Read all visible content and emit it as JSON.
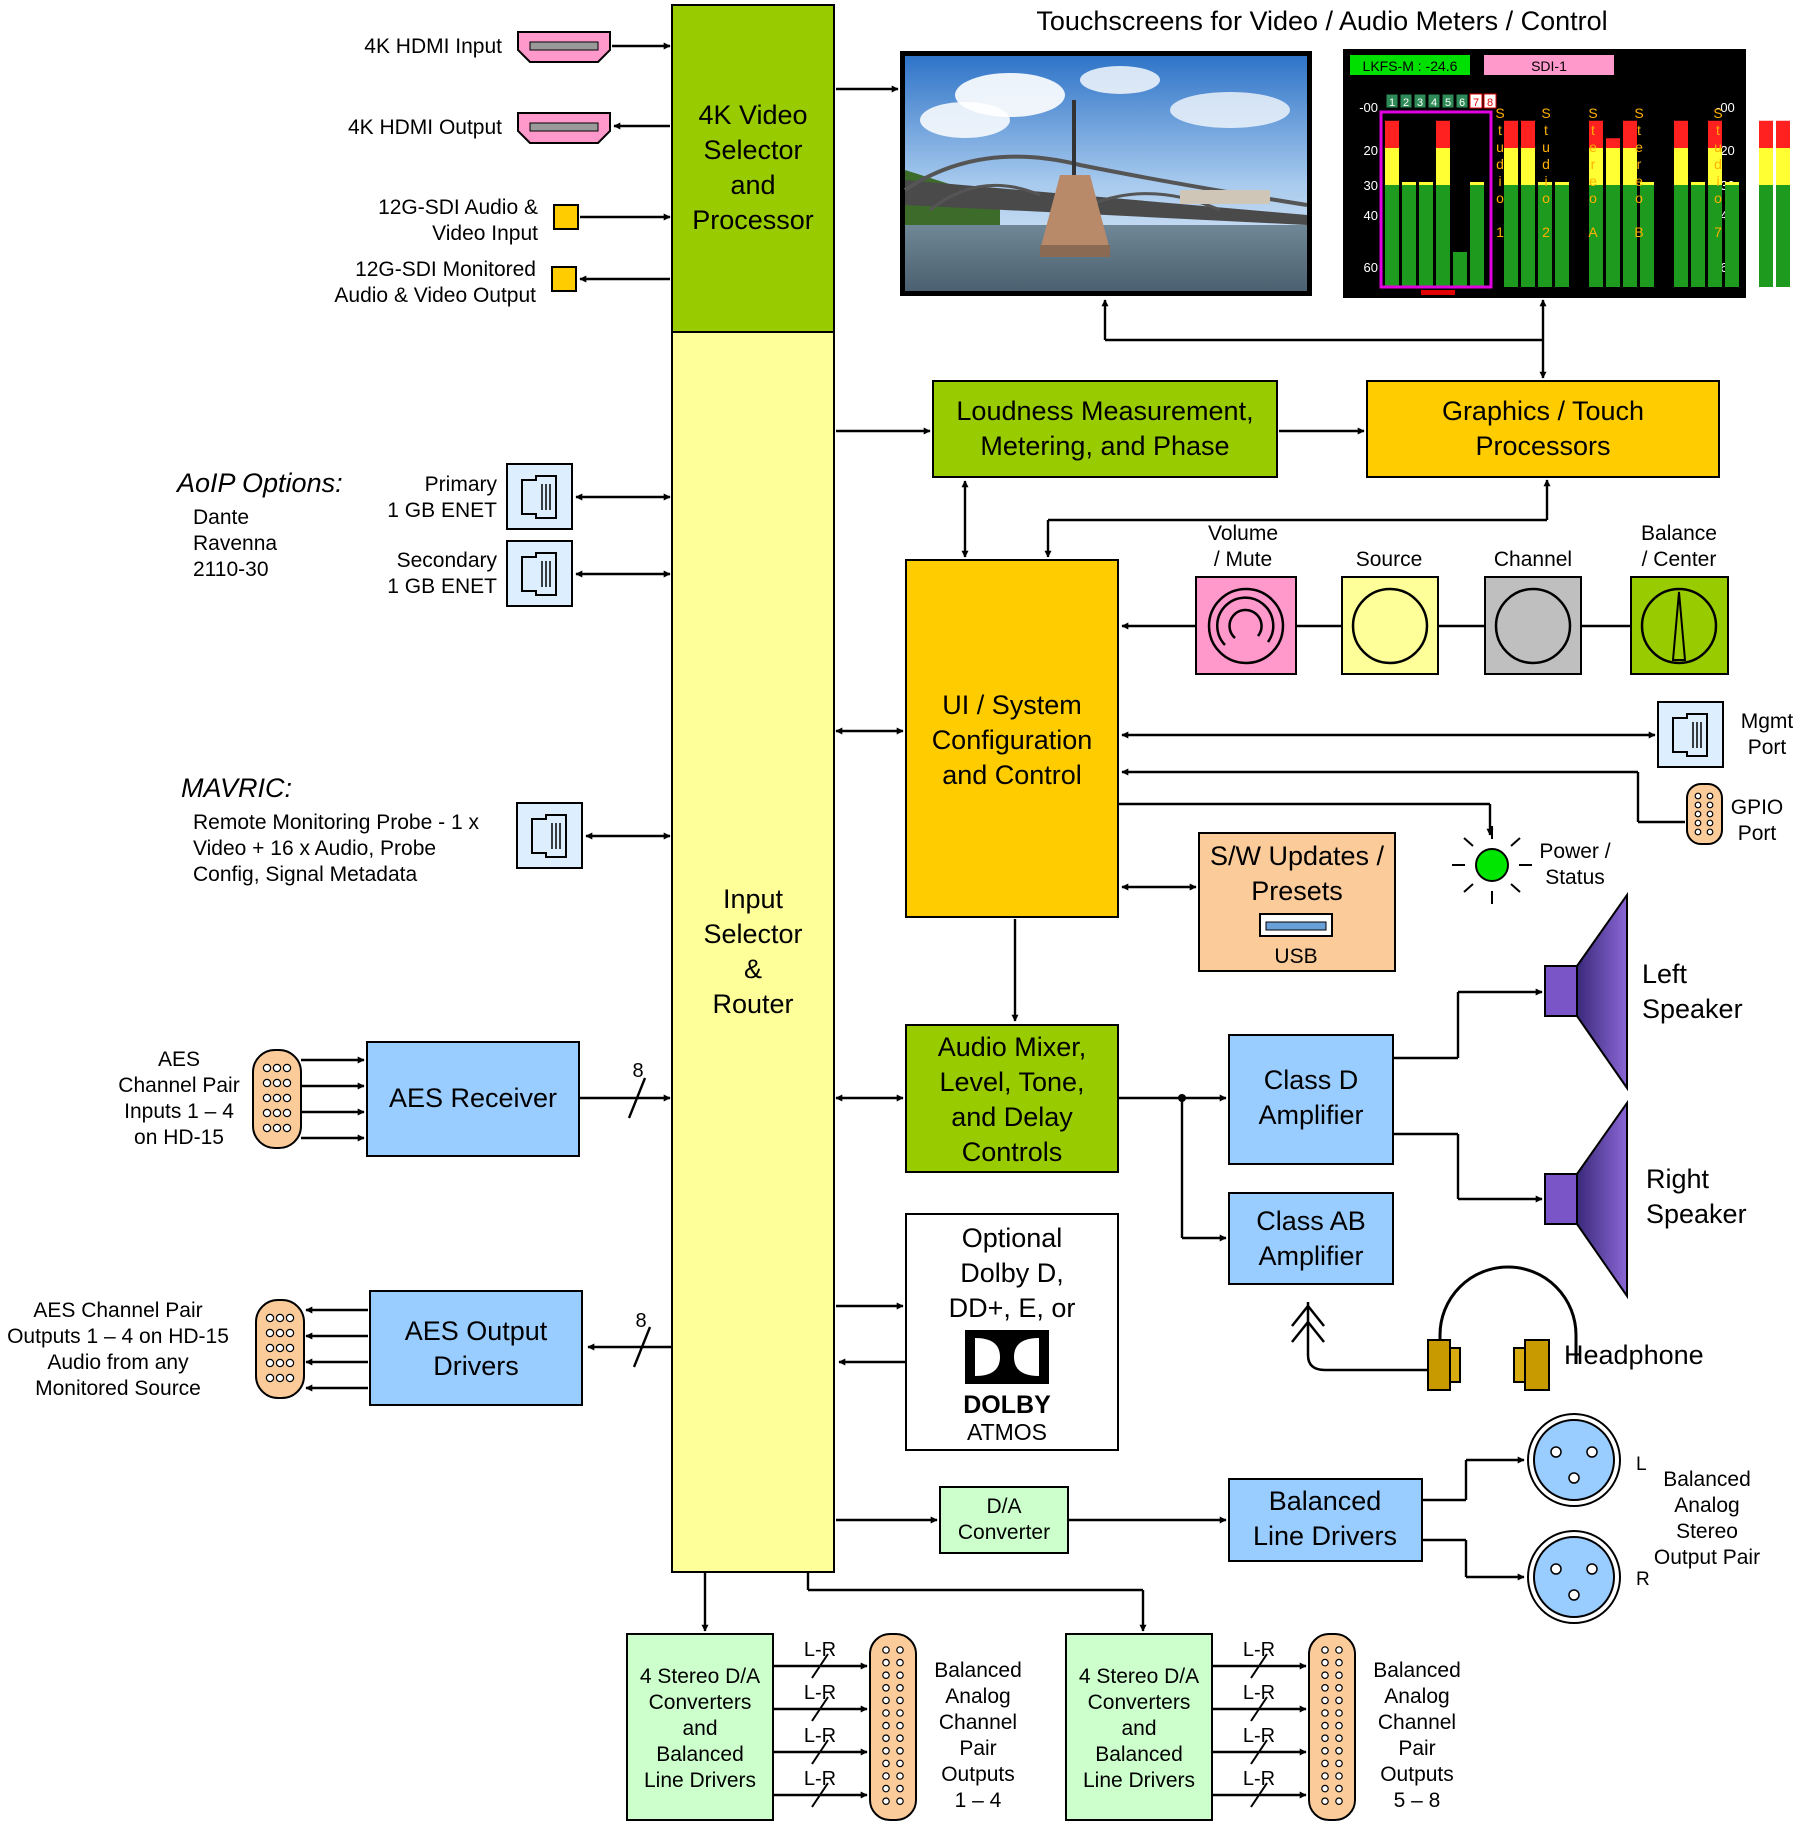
{
  "touchscreens_title": "Touchscreens for Video / Audio Meters / Control",
  "meter": {
    "lkfs": "LKFS-M : -24.6",
    "sdi": "SDI-1",
    "scale_left": [
      "-00",
      "20",
      "30",
      "40",
      "60"
    ],
    "scale_right": [
      "-00",
      "-20",
      "-30",
      "-40",
      "-60"
    ],
    "group_labels": [
      {
        "chars": [
          "S",
          "t",
          "u",
          "d",
          "i",
          "o",
          "",
          "1"
        ]
      },
      {
        "chars": [
          "S",
          "t",
          "u",
          "d",
          "i",
          "o",
          "",
          "2"
        ]
      },
      {
        "chars": [
          "S",
          "t",
          "e",
          "r",
          "e",
          "o",
          "",
          "A"
        ]
      },
      {
        "chars": [
          "S",
          "t",
          "e",
          "r",
          "e",
          "o",
          "",
          "B"
        ]
      },
      {
        "chars": [
          "S",
          "t",
          "u",
          "d",
          "i",
          "o",
          "",
          "7"
        ]
      }
    ],
    "channel_tags": [
      "1",
      "2",
      "3",
      "4",
      "5",
      "6",
      "7",
      "8"
    ]
  },
  "connectors_left": {
    "hdmi_in": "4K HDMI Input",
    "hdmi_out": "4K HDMI Output",
    "sdi_in": [
      "12G-SDI Audio &",
      "Video Input"
    ],
    "sdi_out": [
      "12G-SDI Monitored",
      "Audio & Video Output"
    ]
  },
  "aoip": {
    "title": "AoIP Options:",
    "options": [
      "Dante",
      "Ravenna",
      "2110-30"
    ],
    "primary": [
      "Primary",
      "1 GB ENET"
    ],
    "secondary": [
      "Secondary",
      "1 GB ENET"
    ]
  },
  "mavric": {
    "title": "MAVRIC:",
    "desc": [
      "Remote Monitoring Probe - 1 x",
      "Video + 16 x Audio, Probe",
      "Config, Signal Metadata"
    ]
  },
  "aes_in": {
    "label": [
      "AES",
      "Channel Pair",
      "Inputs 1 – 4",
      "on HD-15"
    ],
    "bus": "8"
  },
  "aes_out": {
    "label": [
      "AES Channel Pair",
      "Outputs 1 – 4  on HD-15",
      "Audio from any",
      "Monitored Source"
    ],
    "bus": "8"
  },
  "blocks": {
    "video": [
      "4K Video",
      "Selector",
      "and",
      "Processor"
    ],
    "router": [
      "Input",
      "Selector",
      "&",
      "Router"
    ],
    "loudness": [
      "Loudness Measurement,",
      "Metering, and Phase"
    ],
    "graphics": [
      "Graphics / Touch",
      "Processors"
    ],
    "ui": [
      "UI / System",
      "Configuration",
      "and Control"
    ],
    "sw": [
      "S/W Updates /",
      "Presets"
    ],
    "sw_usb": "USB",
    "mixer": [
      "Audio Mixer,",
      "Level, Tone,",
      "and Delay",
      "Controls"
    ],
    "classd": [
      "Class D",
      "Amplifier"
    ],
    "classab": [
      "Class AB",
      "Amplifier"
    ],
    "aes_receiver": "AES Receiver",
    "aes_output": [
      "AES Output",
      "Drivers"
    ],
    "dolby": [
      "Optional",
      "Dolby D,",
      "DD+, E, or"
    ],
    "dolby_logo": [
      "DOLBY",
      "ATMOS"
    ],
    "da": [
      "D/A",
      "Converter"
    ],
    "bld": [
      "Balanced",
      "Line Drivers"
    ],
    "stereo1": [
      "4 Stereo D/A",
      "Converters",
      "and",
      "Balanced",
      "Line Drivers"
    ],
    "stereo2": [
      "4 Stereo D/A",
      "Converters",
      "and",
      "Balanced",
      "Line Drivers"
    ]
  },
  "knobs": {
    "volume": [
      "Volume",
      "/ Mute"
    ],
    "source": [
      "Source"
    ],
    "channel": [
      "Channel"
    ],
    "balance": [
      "Balance",
      "/ Center"
    ]
  },
  "ports": {
    "mgmt": [
      "Mgmt",
      "Port"
    ],
    "gpio": [
      "GPIO",
      "Port"
    ],
    "power": [
      "Power /",
      "Status"
    ]
  },
  "speakers": {
    "left": [
      "Left",
      "Speaker"
    ],
    "right": [
      "Right",
      "Speaker"
    ],
    "headphone": "Headphone"
  },
  "analog": {
    "xlr_l": "L",
    "xlr_r": "R",
    "stereo_label": [
      "Balanced",
      "Analog",
      "Stereo",
      "Output Pair"
    ],
    "lr": "L-R",
    "out1": [
      "Balanced",
      "Analog",
      "Channel",
      "Pair",
      "Outputs",
      "1 – 4"
    ],
    "out2": [
      "Balanced",
      "Analog",
      "Channel",
      "Pair",
      "Outputs",
      "5 – 8"
    ]
  },
  "colors": {
    "green": "#99cc00",
    "yellow": "#ffff99",
    "orange": "#ffcc00",
    "blue": "#99ccff",
    "light_green": "#ccffcc",
    "peach": "#fbcb99",
    "pink": "#ff99cc",
    "gray": "#bfbfbf",
    "light_yellow": "#ffff99"
  }
}
